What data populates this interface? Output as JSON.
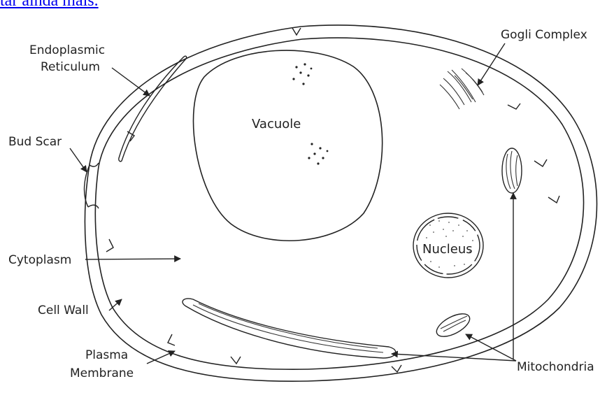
{
  "top_link": "tar ainda mais.",
  "labels": {
    "endoplasmic_line1": "Endoplasmic",
    "endoplasmic_line2": "Reticulum",
    "bud_scar": "Bud Scar",
    "cytoplasm": "Cytoplasm",
    "cell_wall": "Cell Wall",
    "plasma_line1": "Plasma",
    "plasma_line2": "Membrane",
    "vacuole": "Vacuole",
    "nucleus": "Nucleus",
    "golgi": "Gogli Complex",
    "mitochondria": "Mitochondria"
  }
}
